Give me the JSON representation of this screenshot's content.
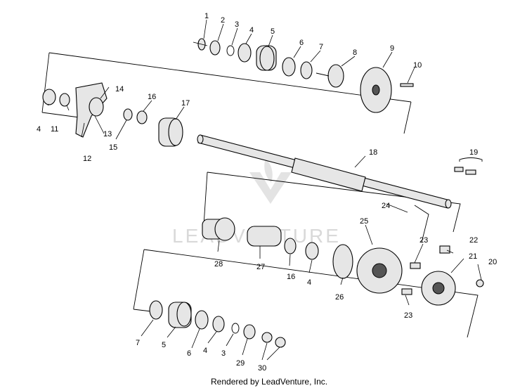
{
  "watermark": "LEADVENTURE",
  "footer": "Rendered by LeadVenture, Inc.",
  "callouts": {
    "c1": "1",
    "c2": "2",
    "c3": "3",
    "c4": "4",
    "c5": "5",
    "c6": "6",
    "c7": "7",
    "c8": "8",
    "c9": "9",
    "c10": "10",
    "c11": "11",
    "c12": "12",
    "c13": "13",
    "c14": "14",
    "c15": "15",
    "c16": "16",
    "c17": "17",
    "c18": "18",
    "c19": "19",
    "c20": "20",
    "c21": "21",
    "c22": "22",
    "c23a": "23",
    "c23b": "23",
    "c24": "24",
    "c25": "25",
    "c26": "26",
    "c27": "27",
    "c28": "28",
    "c4b": "4",
    "c4c": "4",
    "c4d": "4",
    "c16b": "16",
    "c3b": "3",
    "c5b": "5",
    "c6b": "6",
    "c7b": "7",
    "c29": "29",
    "c30": "30"
  }
}
